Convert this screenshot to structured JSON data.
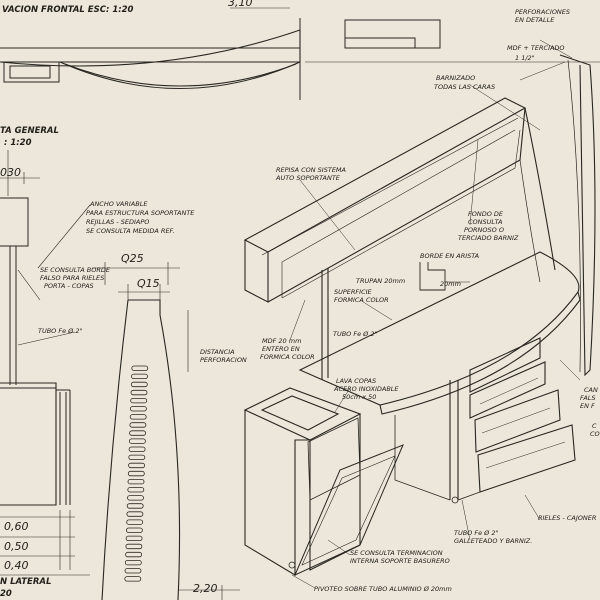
{
  "titles": {
    "front": "VACION FRONTAL ESC: 1:20",
    "general_a": "TA GENERAL",
    "general_b": ": 1:20",
    "lateral_a": "N LATERAL",
    "lateral_b": "20"
  },
  "dimensions": {
    "top": "3,10",
    "left_030": "030",
    "q25": "Q25",
    "q15": "Q15",
    "d060": "0,60",
    "d050": "0,50",
    "d040": "0,40",
    "d220": "2,20"
  },
  "notes": {
    "perforaciones_1": "PERFORACIONES",
    "perforaciones_2": "EN DETALLE",
    "mdf_tercuado_1": "MDF + TERCIADO",
    "mdf_tercuado_2": "1 1/2\"",
    "barnizado_1": "BARNIZADO",
    "barnizado_2": "TODAS LAS CARAS",
    "repisa_1": "REPISA CON SISTEMA",
    "repisa_2": "AUTO SOPORTANTE",
    "ancho_1": "ANCHO VARIABLE",
    "ancho_2": "PARA ESTRUCTURA SOPORTANTE",
    "ancho_3": "REJILLAS - SEDIAPO",
    "ancho_4": "SE CONSULTA MEDIDA REF.",
    "fondo_1": "FONDO DE",
    "fondo_2": "CONSULTA",
    "fondo_3": "PORNOSO O",
    "fondo_4": "TERCIADO BARNIZ",
    "borde_1": "BORDE EN ARISTA",
    "borde_2": "20mm",
    "consulta_1": "SE CONSULTA BORDE",
    "consulta_2": "FALSO PARA RIELES",
    "consulta_3": "PORTA - COPAS",
    "tubo_left": "TUBO Fe Ø 2\"",
    "trupan": "TRUPAN 20mm",
    "superficie_1": "SUPERFICIE",
    "superficie_2": "FORMICA COLOR",
    "tubo_mid": "TUBO Fe Ø 2\"",
    "distancia_1": "DISTANCIA",
    "distancia_2": "PERFORACION",
    "mdf_20_1": "MDF 20 mm",
    "mdf_20_2": "ENTERO EN",
    "mdf_20_3": "FORMICA COLOR",
    "lava_1": "LAVA COPAS",
    "lava_2": "ACERO INOXIDABLE",
    "lava_3": "50cm x 50",
    "cajon_1": "CAN",
    "cajon_2": "FALS",
    "cajon_3": "EN F",
    "cajon_4": "C",
    "cajon_5": "CO",
    "rieles": "RIELES - CAJONER",
    "tubo_bottom_1": "TUBO Fe Ø 2\"",
    "tubo_bottom_2": "GALLETEADO Y BARNIZ.",
    "term_1": "SE CONSULTA TERMINACION",
    "term_2": "INTERNA SOPORTE BASURERO",
    "pivoteo": "PIVOTEO SOBRE TUBO ALUMINIO Ø 20mm"
  }
}
